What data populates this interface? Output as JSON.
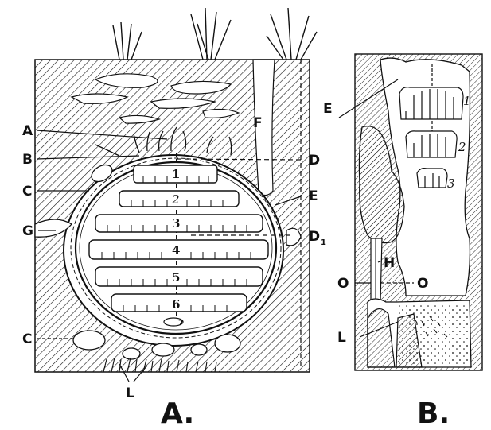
{
  "panel_a": {
    "caption": "A.",
    "labels": {
      "A": "A",
      "B": "B",
      "C": "C",
      "C2": "C",
      "D": "D",
      "D1": "D",
      "D1_sub": "1",
      "E": "E",
      "F": "F",
      "G": "G",
      "L": "L"
    },
    "comb_numbers": [
      "1",
      "2",
      "3",
      "4",
      "5",
      "6",
      "7"
    ]
  },
  "panel_b": {
    "caption": "B.",
    "labels": {
      "E": "E",
      "H": "H",
      "O_left": "O",
      "O_right": "O",
      "L": "L"
    },
    "comb_numbers": [
      "1",
      "2",
      "3"
    ]
  },
  "colors": {
    "ink": "#111111",
    "paper": "#ffffff"
  }
}
